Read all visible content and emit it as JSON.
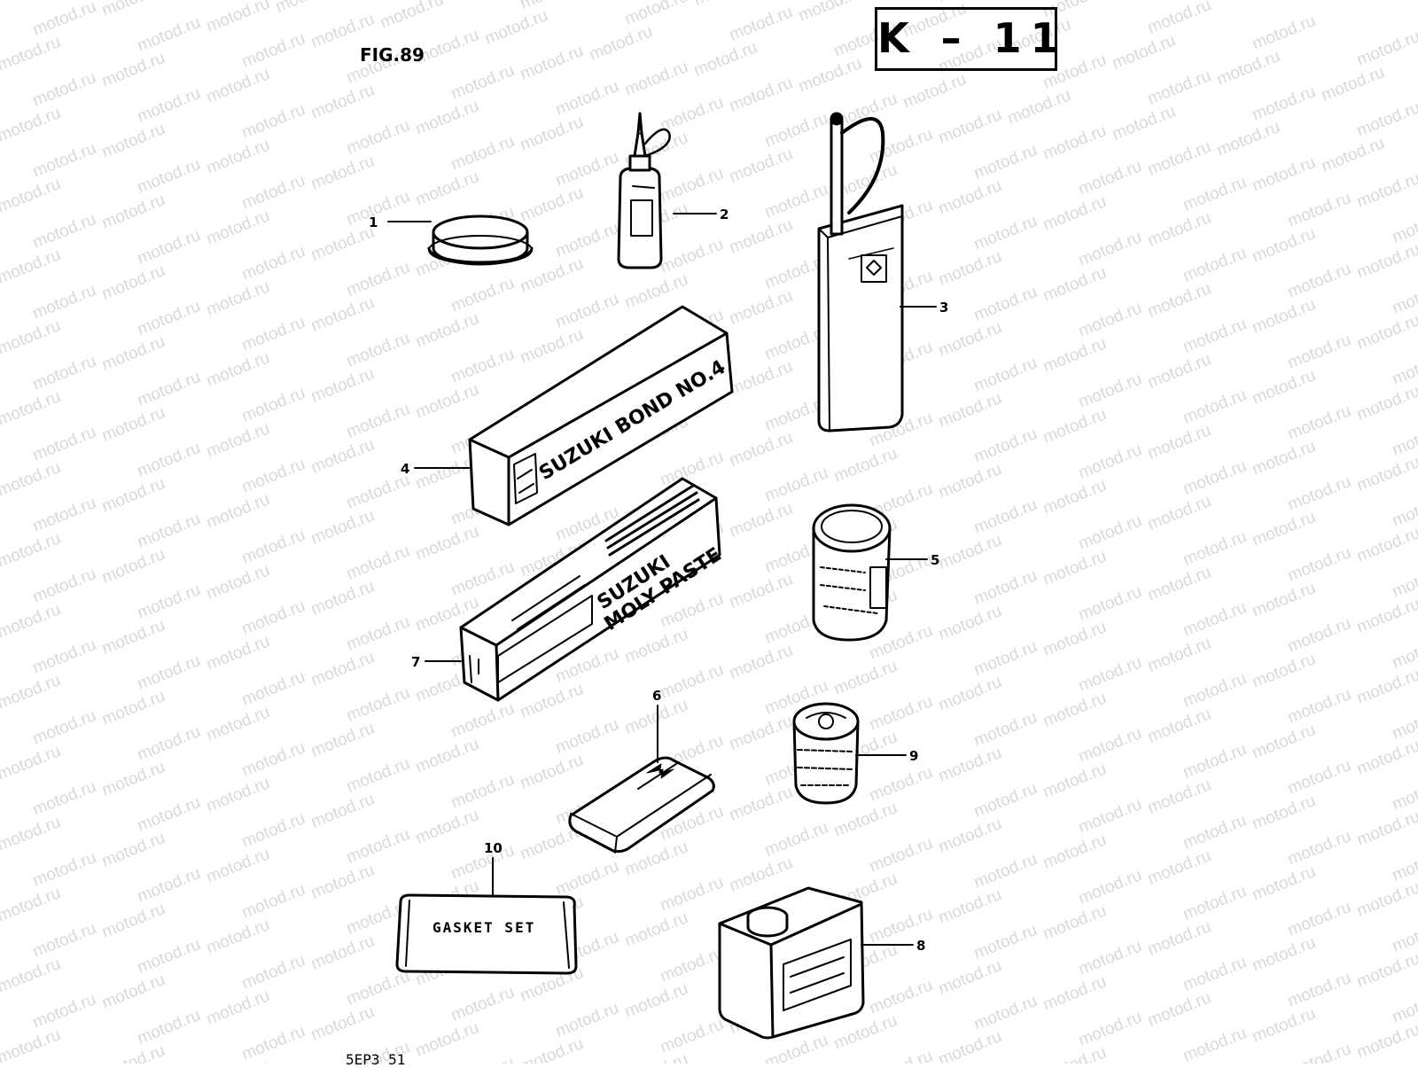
{
  "header": {
    "figure_label": "FIG.89",
    "page_code": "K – 11"
  },
  "watermark": {
    "text": "motod.ru"
  },
  "parts": [
    {
      "ref": "1"
    },
    {
      "ref": "2"
    },
    {
      "ref": "3"
    },
    {
      "ref": "4",
      "package_text": [
        "SUZUKI BOND NO.4"
      ]
    },
    {
      "ref": "5"
    },
    {
      "ref": "6"
    },
    {
      "ref": "7",
      "package_text": [
        "SUZUKI",
        "MOLY PASTE"
      ]
    },
    {
      "ref": "8"
    },
    {
      "ref": "9"
    },
    {
      "ref": "10",
      "package_text": [
        "GASKET SET"
      ]
    }
  ],
  "footer": {
    "code": "5EP3 51"
  }
}
